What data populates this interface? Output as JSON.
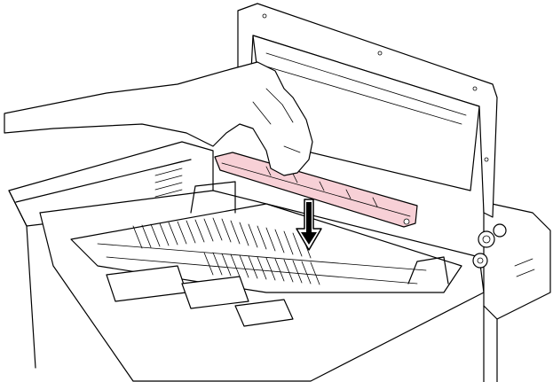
{
  "figure": {
    "description_items": [
      "printer-top-cover",
      "pink-roller-assembly",
      "hand",
      "down-arrow",
      "paper-path-rollers",
      "gears"
    ],
    "colors": {
      "line": "#000000",
      "background": "#ffffff",
      "highlight_part": "#f7d0d6"
    }
  }
}
